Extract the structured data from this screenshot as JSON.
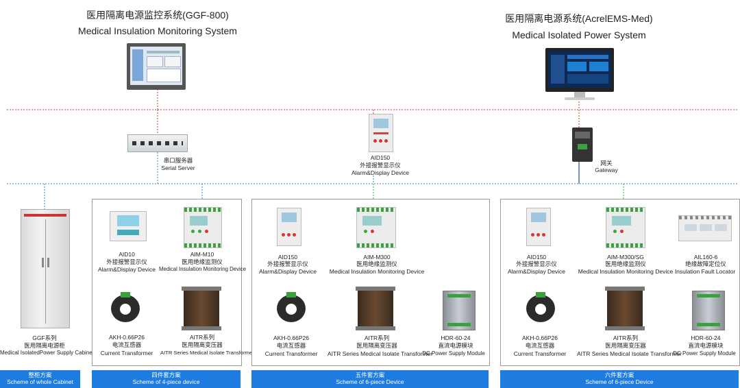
{
  "left_system": {
    "title_cn": "医用隔离电源监控系统(GGF-800)",
    "title_en": "Medical Insulation Monitoring System"
  },
  "right_system": {
    "title_cn": "医用隔离电源系统(AcrelEMS-Med)",
    "title_en": "Medical Isolated Power System"
  },
  "serial_server": {
    "cn": "串口服务器",
    "en": "Serial Server"
  },
  "aid150_top": {
    "model": "AID150",
    "cn": "外接报警显示仪",
    "en": "Alarm&Display Device"
  },
  "gateway": {
    "cn": "网关",
    "en": "Gateway"
  },
  "cabinet": {
    "model": "GGF系列",
    "cn": "医用隔离电源柜",
    "en": "Medical IsolatedPower Supply Cabinet",
    "banner_cn": "整柜方案",
    "banner_en": "Scheme of whole Cabinet"
  },
  "scheme4": {
    "banner_cn": "四件套方案",
    "banner_en": "Scheme of 4-piece device",
    "aid": {
      "model": "AID10",
      "cn": "外接报警显示仪",
      "en": "Alarm&Display Device"
    },
    "aim": {
      "model": "AIM-M10",
      "cn": "医用绝缘监测仪",
      "en": "Medical Insulation Monitoring Device"
    },
    "ct": {
      "model": "AKH-0.66P26",
      "cn": "电流互感器",
      "en": "Current Transformer"
    },
    "tr": {
      "model": "AITR系列",
      "cn": "医用隔离变压器",
      "en": "AITR Series Medical Isolate Transformer"
    }
  },
  "scheme5": {
    "banner_cn": "五件套方案",
    "banner_en": "Scheme of 6-piece Device",
    "aid": {
      "model": "AID150",
      "cn": "外接报警显示仪",
      "en": "Alarm&Display Device"
    },
    "aim": {
      "model": "AIM-M300",
      "cn": "医用绝缘监测仪",
      "en": "Medical Insulation Monitoring Device"
    },
    "ct": {
      "model": "AKH-0.66P26",
      "cn": "电流互感器",
      "en": "Current Transformer"
    },
    "tr": {
      "model": "AITR系列",
      "cn": "医用隔离变压器",
      "en": "AITR Series Medical Isolate Transformer"
    },
    "dc": {
      "model": "HDR-60-24",
      "cn": "直流电源模块",
      "en": "DC Power Supply Module"
    }
  },
  "scheme6": {
    "banner_cn": "六件套方案",
    "banner_en": "Scheme of 6-piece Device",
    "aid": {
      "model": "AID150",
      "cn": "外接报警显示仪",
      "en": "Alarm&Display Device"
    },
    "aim": {
      "model": "AIM-M300/SG",
      "cn": "医用绝缘监测仪",
      "en": "Medical Insulation Monitoring Device"
    },
    "ail": {
      "model": "AIL160-6",
      "cn": "绝缘故障定位仪",
      "en": "Insulation Fault Locator"
    },
    "ct": {
      "model": "AKH-0.66P26",
      "cn": "电流互感器",
      "en": "Current Transformer"
    },
    "tr": {
      "model": "AITR系列",
      "cn": "医用隔离变压器",
      "en": "AITR Series Medical Isolate Transformer"
    },
    "dc": {
      "model": "HDR-60-24",
      "cn": "直流电源模块",
      "en": "DC Power Supply Module"
    }
  },
  "colors": {
    "banner": "#1e7be0",
    "red_dotted": "#c0392b",
    "blue_dotted": "#3a7fc0",
    "green_dotted": "#3aa040",
    "device_body": "#e8e8e8"
  }
}
